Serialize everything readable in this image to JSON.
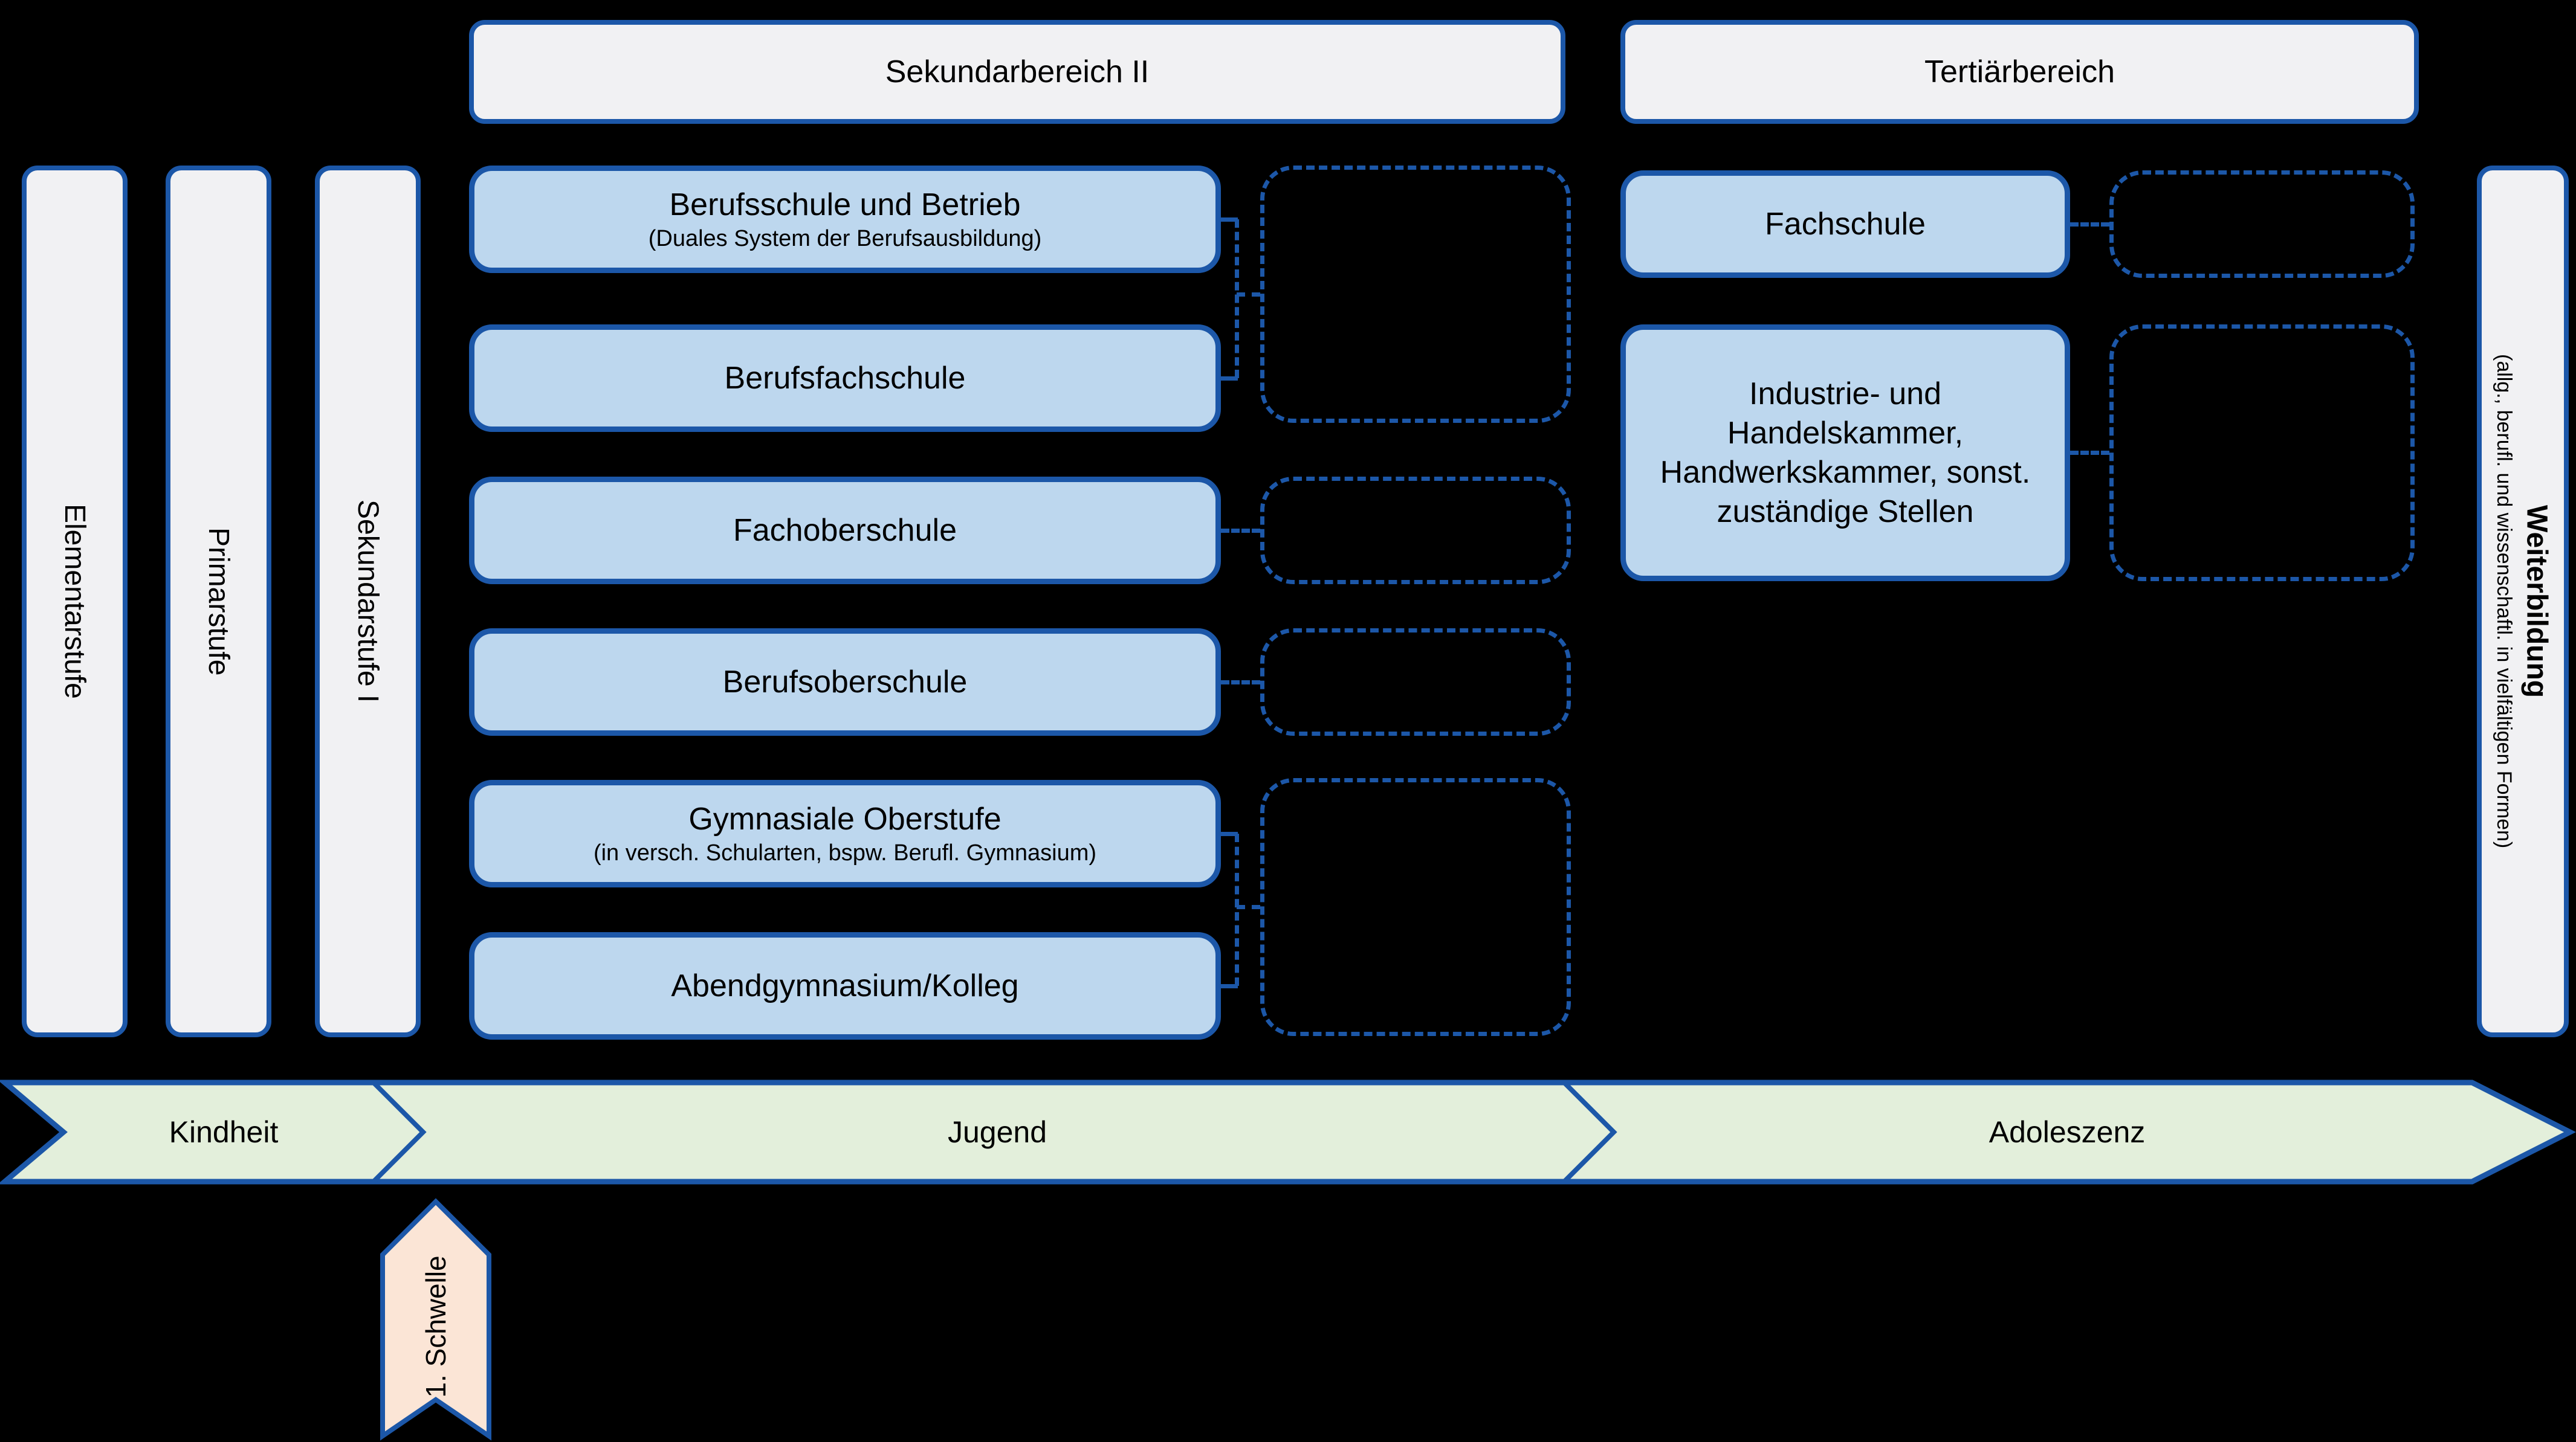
{
  "colors": {
    "background": "#000000",
    "accent_blue": "#1C57A8",
    "box_blue": "#BDD7EE",
    "panel_gray": "#F1F1F3",
    "band_green": "#E3EFDB",
    "threshold_peach": "#FBE5D6",
    "text": "#000000"
  },
  "headers": {
    "sekundarbereich2": "Sekundarbereich II",
    "tertiaerbereich": "Tertiärbereich"
  },
  "stages": [
    {
      "label": "Elementarstufe"
    },
    {
      "label": "Primarstufe"
    },
    {
      "label": "Sekundarstufe I"
    }
  ],
  "sekundarbereich2_boxes": [
    {
      "title": "Berufsschule und Betrieb",
      "subtitle": "(Duales System der Berufsausbildung)"
    },
    {
      "title": "Berufsfachschule"
    },
    {
      "title": "Fachoberschule"
    },
    {
      "title": "Berufsoberschule"
    },
    {
      "title": "Gymnasiale Oberstufe",
      "subtitle": "(in versch. Schularten, bspw. Berufl. Gymnasium)"
    },
    {
      "title": "Abendgymnasium/Kolleg"
    }
  ],
  "tertiaerbereich_boxes": [
    {
      "title": "Fachschule"
    },
    {
      "title": "Industrie- und Handelskammer, Handwerkskammer, sonst. zuständige Stellen"
    }
  ],
  "weiterbildung": {
    "title": "Weiterbildung",
    "subtitle": "(allg., berufl. und wissenschaftl. in vielfältigen Formen)"
  },
  "timeline_phases": [
    {
      "label": "Kindheit"
    },
    {
      "label": "Jugend"
    },
    {
      "label": "Adoleszenz"
    }
  ],
  "threshold": {
    "label": "1. Schwelle"
  }
}
